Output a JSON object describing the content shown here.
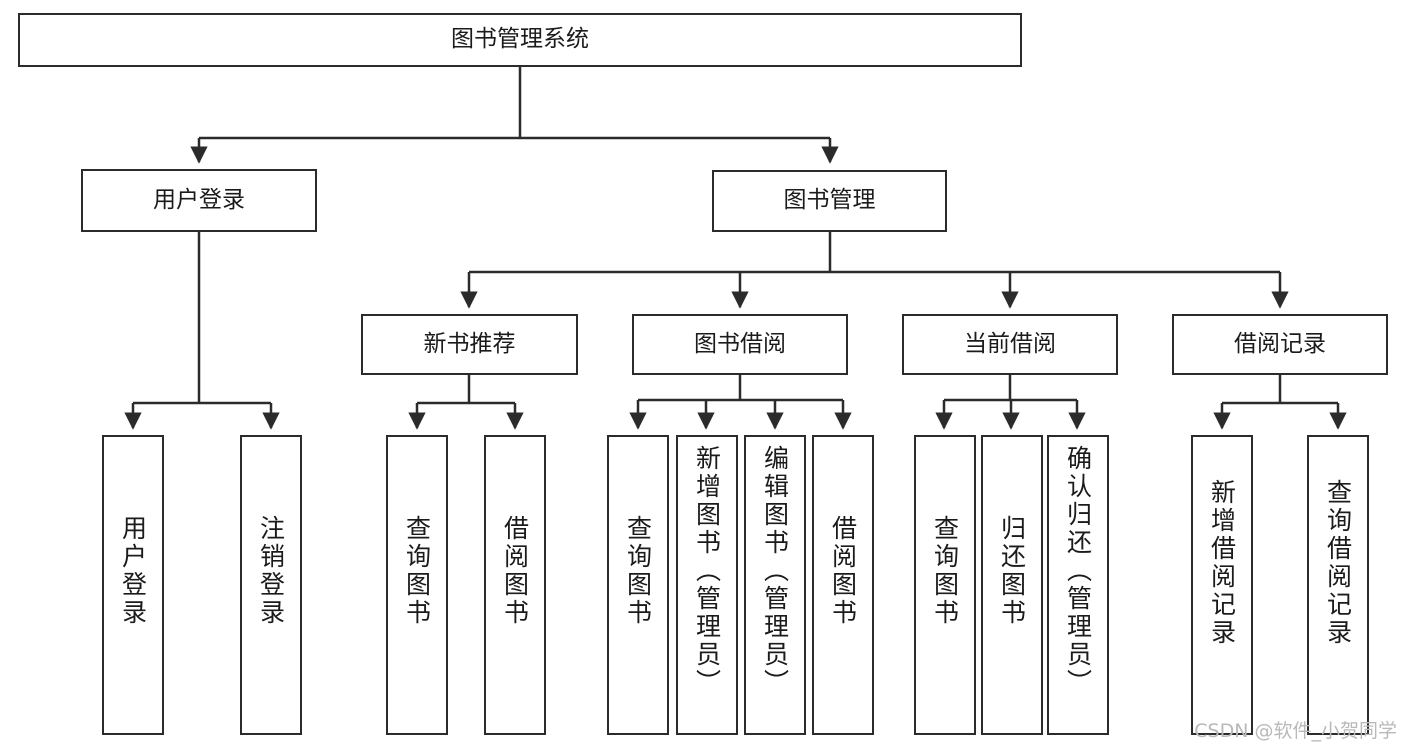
{
  "diagram": {
    "title": "图书管理系统",
    "type": "hierarchy-tree",
    "watermark": "CSDN @软件_小贺同学",
    "colors": {
      "border": "#2b2b2b",
      "text": "#1b1b1b",
      "background": "#ffffff",
      "watermark": "#b9b9b9"
    },
    "levels": {
      "root": {
        "label": "图书管理系统"
      },
      "level2": [
        {
          "id": "user-login",
          "label": "用户登录"
        },
        {
          "id": "book-management",
          "label": "图书管理"
        }
      ],
      "level3": [
        {
          "id": "new-book-recommend",
          "label": "新书推荐",
          "parent": "book-management"
        },
        {
          "id": "book-borrow",
          "label": "图书借阅",
          "parent": "book-management"
        },
        {
          "id": "current-borrow",
          "label": "当前借阅",
          "parent": "book-management"
        },
        {
          "id": "borrow-record",
          "label": "借阅记录",
          "parent": "book-management"
        }
      ],
      "leaves": [
        {
          "id": "leaf-user-login",
          "label": "用户登录",
          "parent": "user-login"
        },
        {
          "id": "leaf-logout-login",
          "label": "注销登录",
          "parent": "user-login"
        },
        {
          "id": "leaf-query-book-1",
          "label": "查询图书",
          "parent": "new-book-recommend"
        },
        {
          "id": "leaf-borrow-book-1",
          "label": "借阅图书",
          "parent": "new-book-recommend"
        },
        {
          "id": "leaf-query-book-2",
          "label": "查询图书",
          "parent": "book-borrow"
        },
        {
          "id": "leaf-add-book",
          "label": "新增图书（管理员）",
          "parent": "book-borrow"
        },
        {
          "id": "leaf-edit-book",
          "label": "编辑图书（管理员）",
          "parent": "book-borrow"
        },
        {
          "id": "leaf-borrow-book-2",
          "label": "借阅图书",
          "parent": "book-borrow"
        },
        {
          "id": "leaf-query-book-3",
          "label": "查询图书",
          "parent": "current-borrow"
        },
        {
          "id": "leaf-return-book",
          "label": "归还图书",
          "parent": "current-borrow"
        },
        {
          "id": "leaf-confirm-return",
          "label": "确认归还（管理员）",
          "parent": "current-borrow"
        },
        {
          "id": "leaf-add-record",
          "label": "新增借阅记录",
          "parent": "borrow-record"
        },
        {
          "id": "leaf-query-record",
          "label": "查询借阅记录",
          "parent": "borrow-record"
        }
      ]
    }
  }
}
